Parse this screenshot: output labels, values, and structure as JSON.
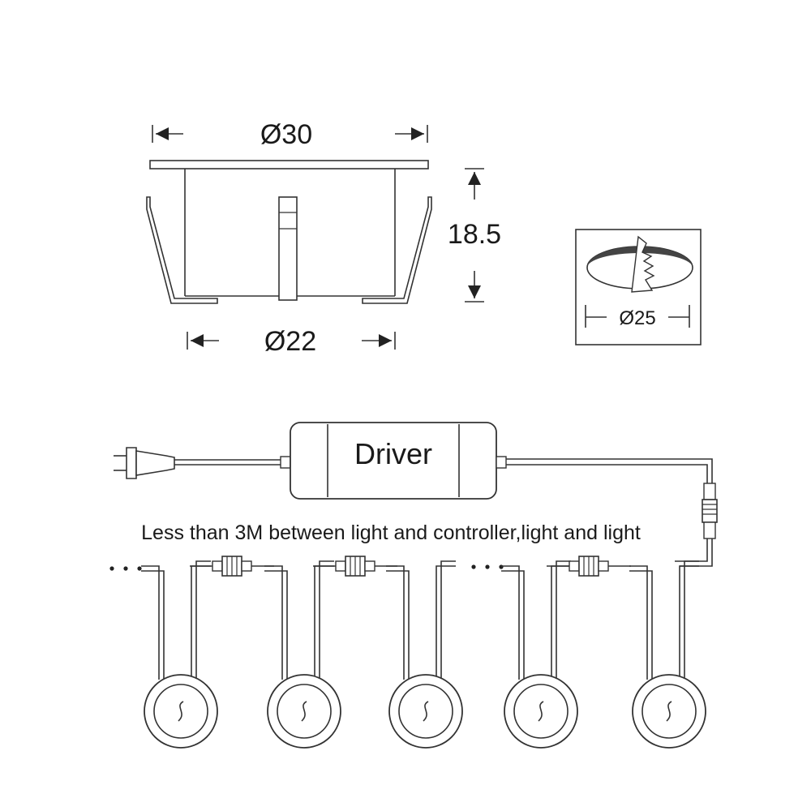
{
  "dimensions": {
    "top_diameter": "Ø30",
    "height": "18.5",
    "bottom_diameter": "Ø22",
    "cutout_diameter": "Ø25"
  },
  "wiring": {
    "driver_label": "Driver",
    "spacing_note": "Less than 3M between light and controller,light and light",
    "ellipsis": "...",
    "light_count": 5,
    "connector_count": 4
  },
  "icons": [
    "power-plug-icon",
    "light-fixture-icon",
    "cable-connector-icon",
    "saw-cutout-icon"
  ]
}
